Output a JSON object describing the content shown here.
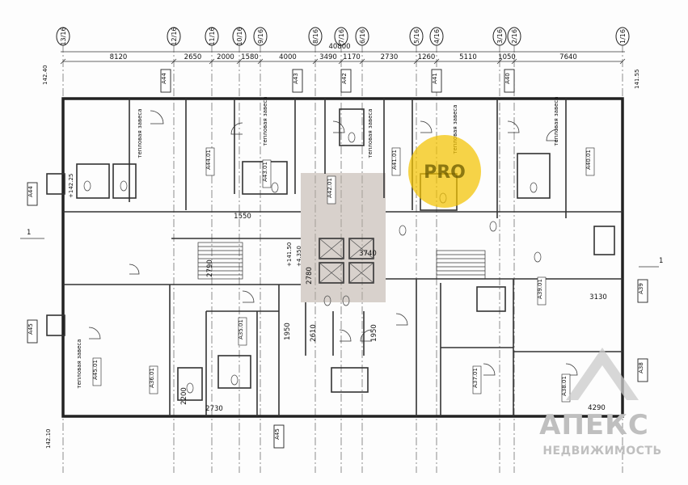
{
  "axes_top": [
    "13/16",
    "12/16",
    "11/16",
    "10/16",
    "9/16",
    "8/16",
    "7/16",
    "6/16",
    "5/16",
    "4/16",
    "3/16",
    "2/16",
    "1/16"
  ],
  "dims_top": [
    "8120",
    "2650",
    "2000",
    "1580",
    "4000",
    "3490",
    "1170",
    "2730",
    "1260",
    "5110",
    "1050",
    "7640"
  ],
  "overall_width": "40800",
  "elevations": {
    "left_top": "142.40",
    "right_top": "141.55",
    "left_bottom": "142.10",
    "center_a": "+141.50",
    "center_b": "+4.350",
    "center_c": "+142.25"
  },
  "unit_tags": [
    {
      "id": "А44",
      "side": "left"
    },
    {
      "id": "А43",
      "side": "top"
    },
    {
      "id": "А42",
      "side": "top"
    },
    {
      "id": "А41",
      "side": "top"
    },
    {
      "id": "А40",
      "side": "top"
    },
    {
      "id": "А44",
      "side": "top"
    },
    {
      "id": "А45",
      "side": "left"
    },
    {
      "id": "А45",
      "side": "bottom"
    },
    {
      "id": "А39",
      "side": "right"
    },
    {
      "id": "А38",
      "side": "right"
    }
  ],
  "inner_dims": [
    "1550",
    "2780",
    "3740",
    "3130",
    "1950",
    "2610",
    "1950",
    "2730",
    "2200",
    "4290",
    "2790"
  ],
  "room_labels": [
    "А45.01",
    "А44.01",
    "А43.01",
    "А42.01",
    "А41.01",
    "А40.01",
    "А39.01",
    "А38.01",
    "А37.01",
    "А36.01",
    "А35.01"
  ],
  "notes": [
    "тепловая завеса",
    "тепловая завеса",
    "тепловая завеса",
    "тепловая завеса",
    "тепловая завеса",
    "тепловая завеса"
  ],
  "badge": {
    "text": "PRO",
    "color": "#f2c200"
  },
  "watermark": {
    "brand": "АПЕКС",
    "sub": "НЕДВИЖИМОСТЬ"
  },
  "section_mark": "1"
}
